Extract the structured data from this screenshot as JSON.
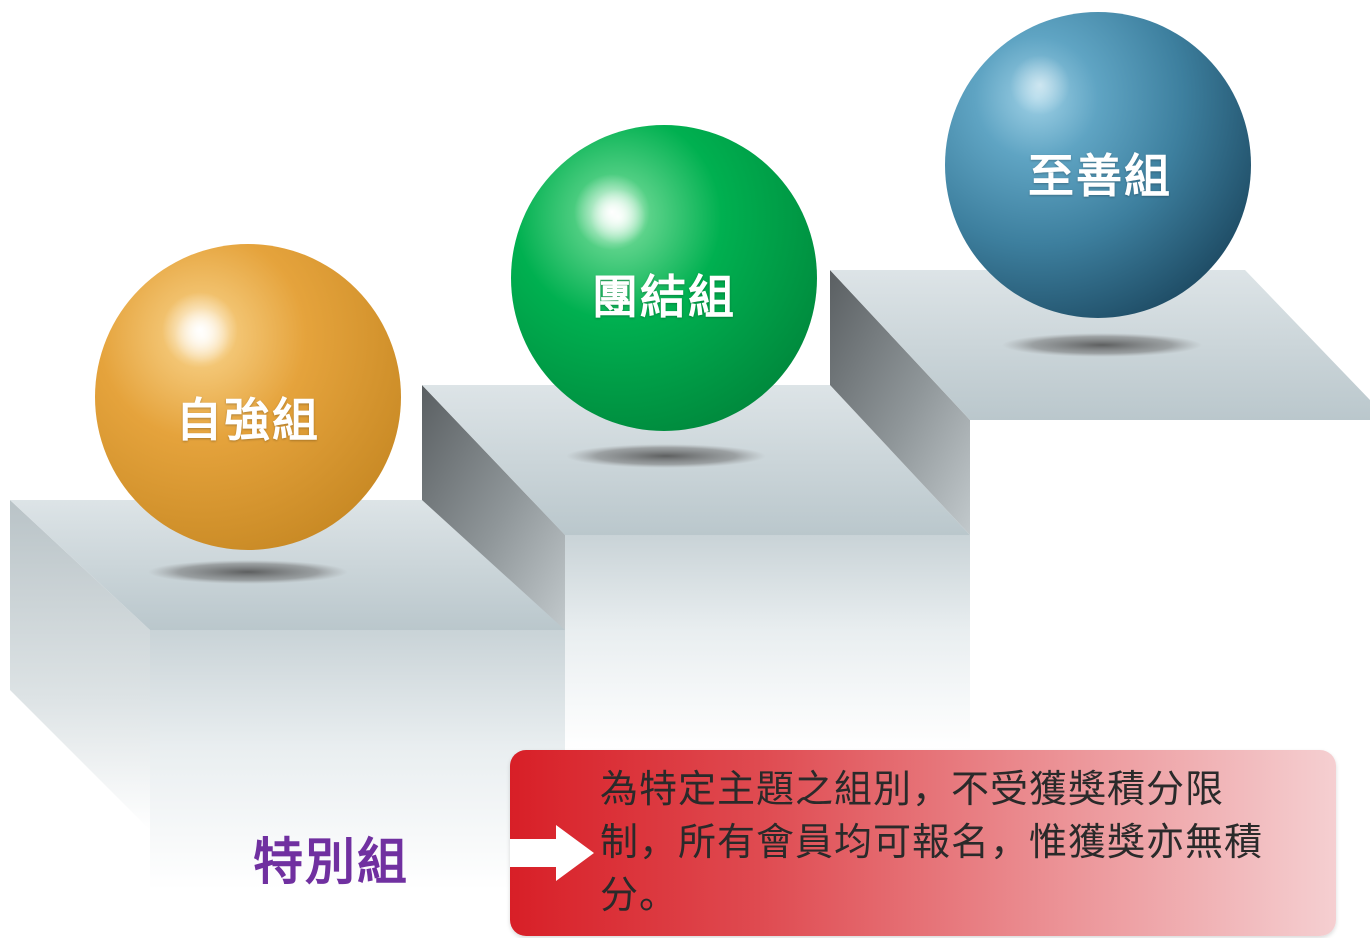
{
  "groups": {
    "self_strengthening": "自強組",
    "unity": "團結組",
    "supreme": "至善組",
    "special": "特別組"
  },
  "callout": {
    "text": "為特定主題之組別，不受獲獎積分限制，所有會員均可報名，惟獲獎亦無積分。"
  },
  "colors": {
    "orange_ball": "#e5a33c",
    "green_ball": "#00b050",
    "blue_ball": "#3d7f9e",
    "special_label": "#7030a0",
    "callout_red": "#d81f27",
    "stair_top": "#d5dee2",
    "stair_side": "#6e7477"
  }
}
